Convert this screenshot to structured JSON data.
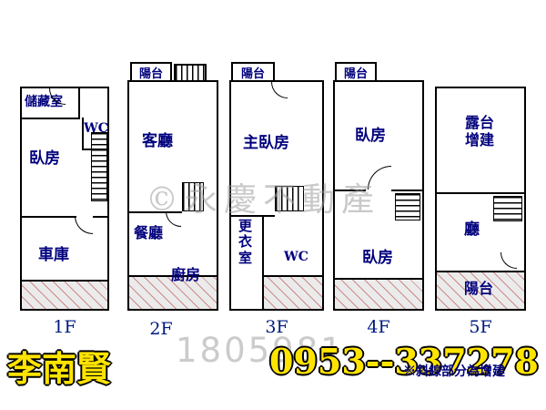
{
  "watermark": {
    "logo": "©永慶不動產",
    "number": "1805981"
  },
  "floors": [
    {
      "name": "1F",
      "rooms": {
        "storage": "儲藏室",
        "wc": "WC",
        "bedroom": "臥房",
        "garage": "車庫"
      }
    },
    {
      "name": "2F",
      "balcony": "陽台",
      "rooms": {
        "living": "客廳",
        "dining": "餐廳",
        "kitchen": "廚房"
      }
    },
    {
      "name": "3F",
      "balcony": "陽台",
      "rooms": {
        "master": "主臥房",
        "dressing": "更衣室",
        "wc": "WC"
      }
    },
    {
      "name": "4F",
      "balcony": "陽台",
      "rooms": {
        "bedroom_top": "臥房",
        "bedroom_bottom": "臥房"
      }
    },
    {
      "name": "5F",
      "rooms": {
        "terrace": "露台增建",
        "hall": "廳",
        "balcony": "陽台"
      }
    }
  ],
  "footer": {
    "agent_name": "李南賢",
    "phone": "0953--337278",
    "note": "※斜線部分為增建"
  },
  "colors": {
    "label_navy": "#00007d",
    "contact_yellow": "#ffe400",
    "hatch_red": "#bf6060"
  }
}
